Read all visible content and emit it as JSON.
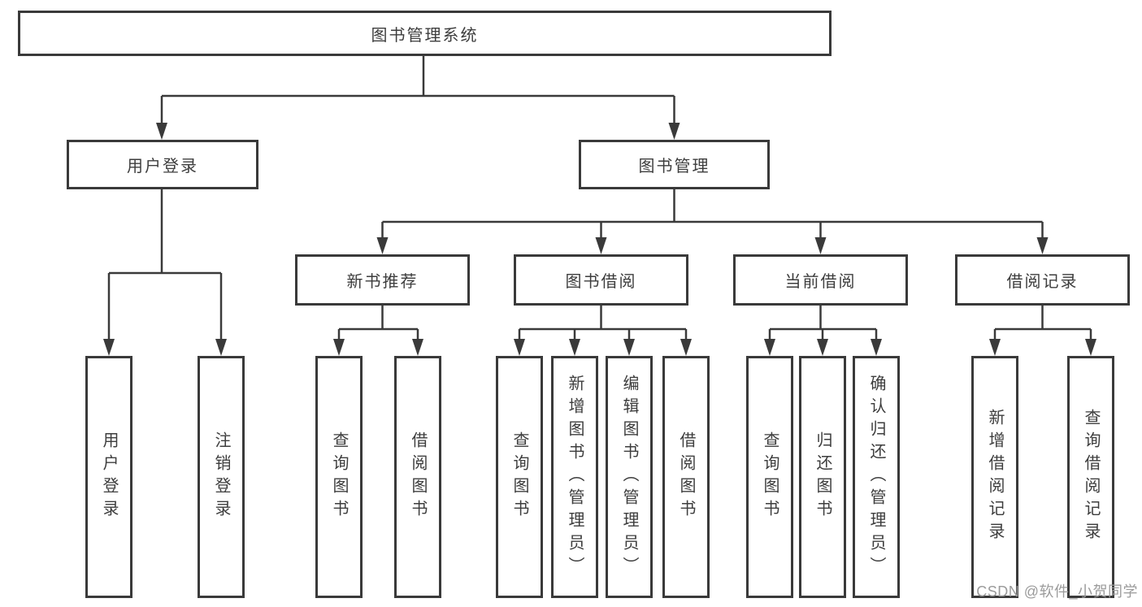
{
  "tree": {
    "root": {
      "label": "图书管理系统"
    },
    "branches": {
      "user_login": {
        "label": "用户登录"
      },
      "book_mgmt": {
        "label": "图书管理"
      }
    },
    "sections": {
      "new_book_rec": {
        "label": "新书推荐"
      },
      "book_borrow": {
        "label": "图书借阅"
      },
      "current_borrow": {
        "label": "当前借阅"
      },
      "borrow_records": {
        "label": "借阅记录"
      }
    },
    "leaves": {
      "login": "用户登录",
      "logout": "注销登录",
      "rec_query_book": "查询图书",
      "rec_borrow_book": "借阅图书",
      "bb_query_book": "查询图书",
      "bb_add_book": "新增图书（管理员）",
      "bb_edit_book": "编辑图书（管理员）",
      "bb_borrow_book": "借阅图书",
      "cb_query_book": "查询图书",
      "cb_return_book": "归还图书",
      "cb_confirm_return": "确认归还（管理员）",
      "br_add_record": "新增借阅记录",
      "br_query_record": "查询借阅记录"
    }
  },
  "watermark": {
    "text": "CSDN @软件_小贺同学"
  },
  "colors": {
    "line": "#3a3a3a",
    "text": "#3d3d3d",
    "watermark": "#9b9b9b",
    "background": "#ffffff"
  }
}
